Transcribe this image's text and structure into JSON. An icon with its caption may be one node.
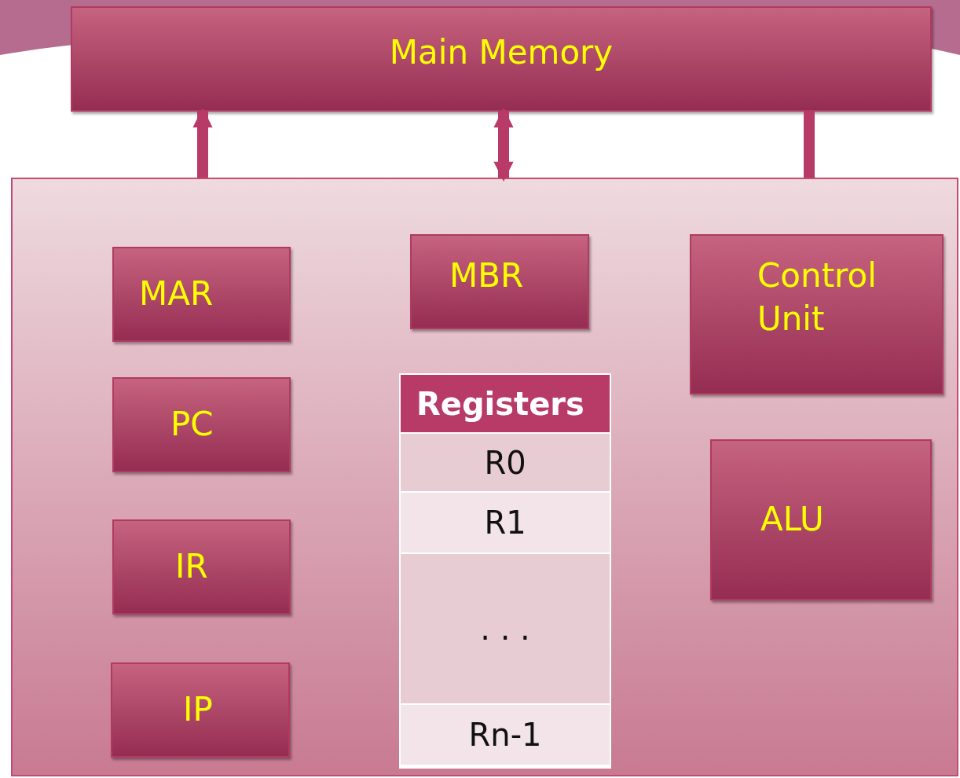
{
  "diagram": {
    "nodes": [
      {
        "text": [
          "Main Memory"
        ]
      },
      {
        "text": [],
        "shape": "box"
      },
      {
        "text": [
          "MAR"
        ],
        "in": 1
      },
      {
        "text": [
          "PC"
        ],
        "in": 1
      },
      {
        "text": [
          "IR"
        ],
        "in": 1
      },
      {
        "text": [
          "IP"
        ],
        "in": 1
      },
      {
        "text": [
          "MBR"
        ],
        "in": 1
      },
      {
        "text": [
          "Registers",
          "R0",
          "R1",
          ". . .",
          "Rn-1"
        ],
        "in": 1
      },
      {
        "text": [
          "Control Unit"
        ],
        "in": 1
      },
      {
        "text": [
          "ALU"
        ],
        "in": 1
      }
    ],
    "edges": [
      {
        "from": 1,
        "to": 0,
        "arrow": "to"
      },
      {
        "from": 1,
        "to": 0,
        "arrow": "both"
      },
      {
        "from": 1,
        "to": 0,
        "arrow": "none"
      }
    ]
  }
}
